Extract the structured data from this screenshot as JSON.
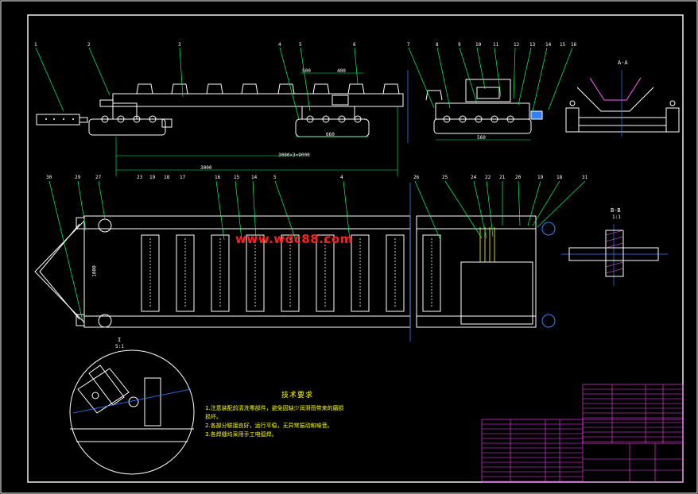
{
  "drawing": {
    "watermark": "www.wdc88.com",
    "tech_notes": {
      "title": "技术要求",
      "items": [
        "1.注意装配前清洗零部件，避免因缺少润滑而带来的磨损",
        "损坏。",
        "2.各部分联接良好，运行平稳，无异常振动和噪音。",
        "3.各焊缝均采用手工电弧焊。"
      ]
    },
    "section_labels": {
      "aa": "A-A",
      "bb": "B-B",
      "bb_scale": "1:1",
      "detail": "I",
      "detail_scale": "5:1"
    },
    "top_callouts": [
      "1",
      "2",
      "3",
      "4",
      "5",
      "6",
      "7",
      "8",
      "9",
      "10",
      "11",
      "12",
      "13",
      "14",
      "15",
      "16"
    ],
    "bottom_callouts": [
      "30",
      "29",
      "27",
      "23",
      "19",
      "18",
      "17",
      "16",
      "15",
      "14",
      "5",
      "4",
      "26",
      "25",
      "24",
      "22",
      "21",
      "20",
      "19",
      "18",
      "31"
    ],
    "dimensions": {
      "d_500a": "500",
      "d_400": "400",
      "d_660": "660",
      "d_3000": "3000",
      "d_repeat": "3000×3=9000",
      "d_560": "560",
      "d_1000": "1000"
    }
  }
}
